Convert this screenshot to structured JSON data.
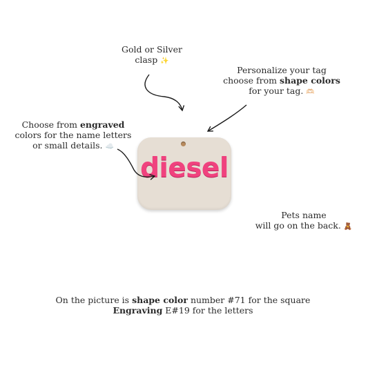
{
  "notes": {
    "clasp": {
      "line1": "Gold or Silver",
      "line2": "clasp",
      "emoji": "✨"
    },
    "personalize": {
      "line1": "Personalize your tag",
      "line2_pre": "choose from ",
      "line2_bold": "shape colors",
      "line3": "for your tag.",
      "emoji": "🫶🏻"
    },
    "engraved": {
      "line1_pre": "Choose from ",
      "line1_bold": "engraved",
      "line2": "colors for the name letters",
      "line3": "or small details.",
      "emoji": "☁️"
    },
    "back": {
      "line1": "Pets name",
      "line2": "will go on the back.",
      "emoji": "🧸"
    },
    "footer": {
      "line1_pre": "On the picture is ",
      "line1_bold": "shape color",
      "line1_post": " number #71 for the square",
      "line2_bold": "Engraving",
      "line2_post": " E#19 for the letters"
    }
  },
  "tag": {
    "name": "diesel",
    "shape_color": "#e6ded4",
    "engraving_color": "#f0427e"
  }
}
